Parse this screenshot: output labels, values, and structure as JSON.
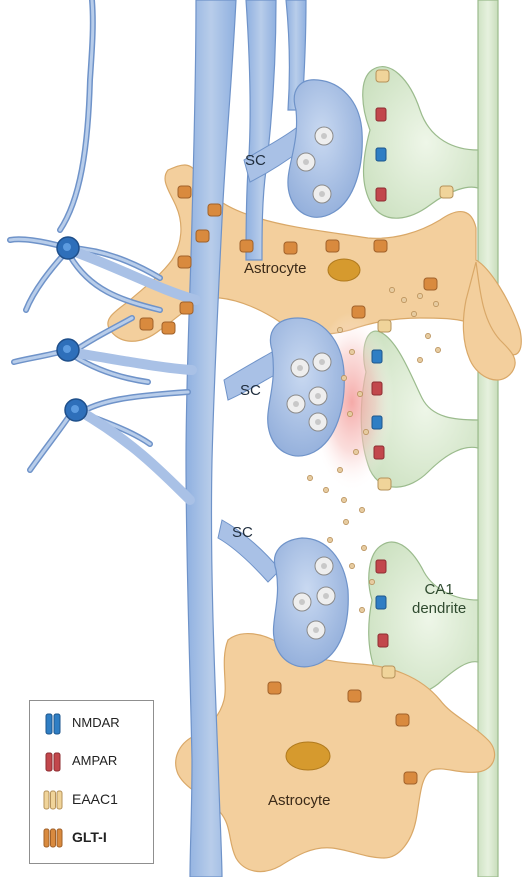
{
  "labels": {
    "sc_top": "SC",
    "sc_middle": "SC",
    "sc_bottom": "SC",
    "astrocyte_top": "Astrocyte",
    "astrocyte_bottom": "Astrocyte",
    "ca1_line1": "CA1",
    "ca1_line2": "dendrite"
  },
  "legend": {
    "items": [
      {
        "label": "NMDAR",
        "icon": "nmdar-receptor-icon"
      },
      {
        "label": "AMPAR",
        "icon": "ampar-receptor-icon"
      },
      {
        "label": "EAAC1",
        "icon": "eaac1-transporter-icon"
      },
      {
        "label": "GLT-I",
        "icon": "glt1-transporter-icon"
      }
    ]
  },
  "colors": {
    "axon_blue": "#a9c1e6",
    "axon_blue_dark": "#6f93c9",
    "astrocyte": "#f3cf9d",
    "astrocyte_edge": "#d9a868",
    "astrocyte_nucleus": "#d69a2e",
    "dendrite_green": "#dbead2",
    "dendrite_edge": "#9bbb8d",
    "nmdar": "#2f7ec4",
    "ampar": "#c2474c",
    "eaac1": "#f0d49a",
    "glt1": "#d98a3e",
    "glutamate_cloud": "#f4a9a6",
    "vesicle": "#e9e9e9",
    "neuron_soma": "#1f5fa8"
  }
}
